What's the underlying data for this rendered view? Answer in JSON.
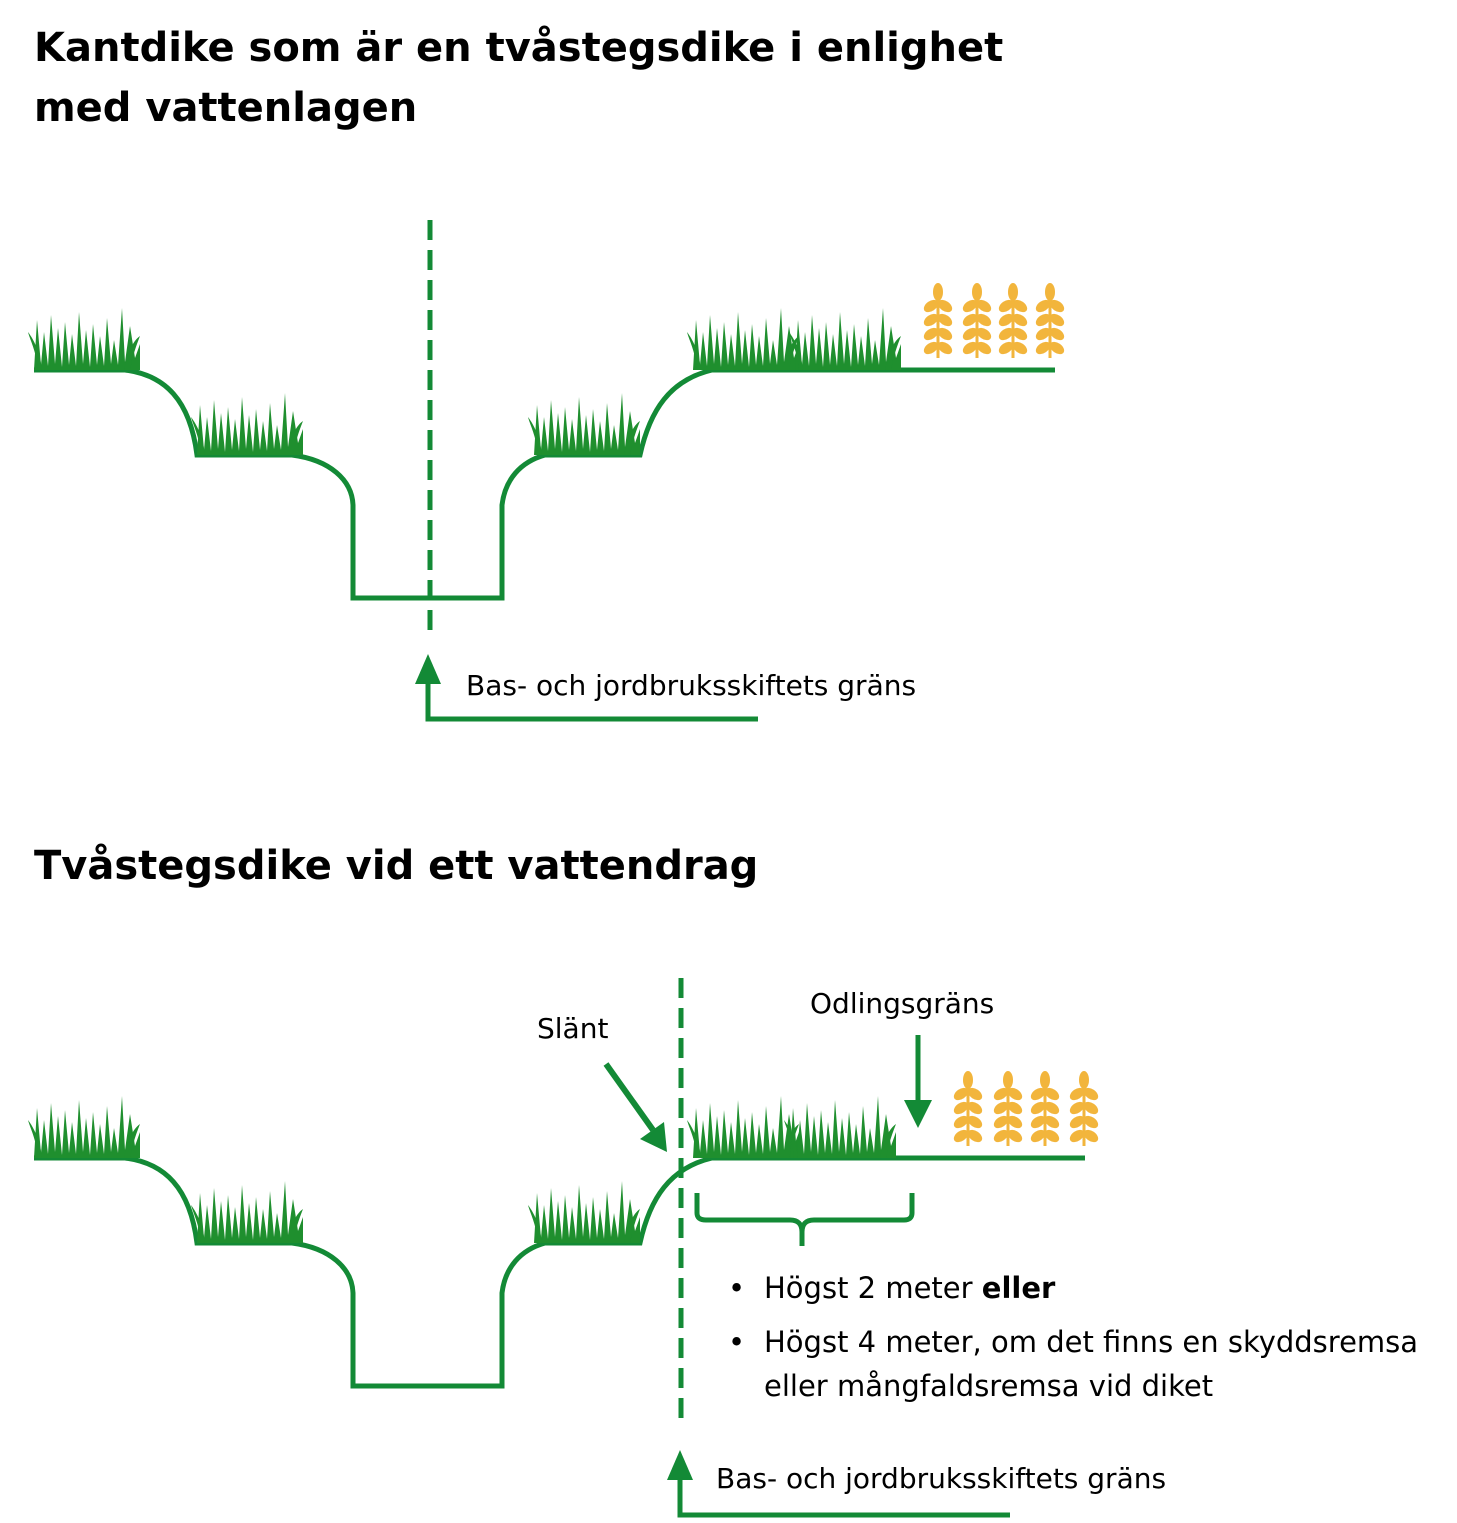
{
  "section1": {
    "title_line1": "Kantdike som är en tvåstegsdike i enlighet",
    "title_line2": "med vattenlagen",
    "boundary_label": "Bas- och jordbruksskiftets gräns"
  },
  "section2": {
    "title": "Tvåstegsdike vid ett vattendrag",
    "slope_label": "Slänt",
    "cultivation_label": "Odlingsgräns",
    "bullets": [
      {
        "text": "Högst 2 meter ",
        "bold": "eller"
      },
      {
        "text": "Högst 4 meter, om det finns en skyddsremsa eller mångfaldsremsa vid diket",
        "bold": ""
      }
    ],
    "boundary_label": "Bas- och jordbruksskiftets gräns"
  },
  "colors": {
    "ditch_line": "#138a36",
    "grass": "#1f8f2e",
    "grain": "#f2b53c"
  },
  "icons": [
    "grass-icon",
    "grain-icon",
    "arrow-icon",
    "brace-icon"
  ]
}
